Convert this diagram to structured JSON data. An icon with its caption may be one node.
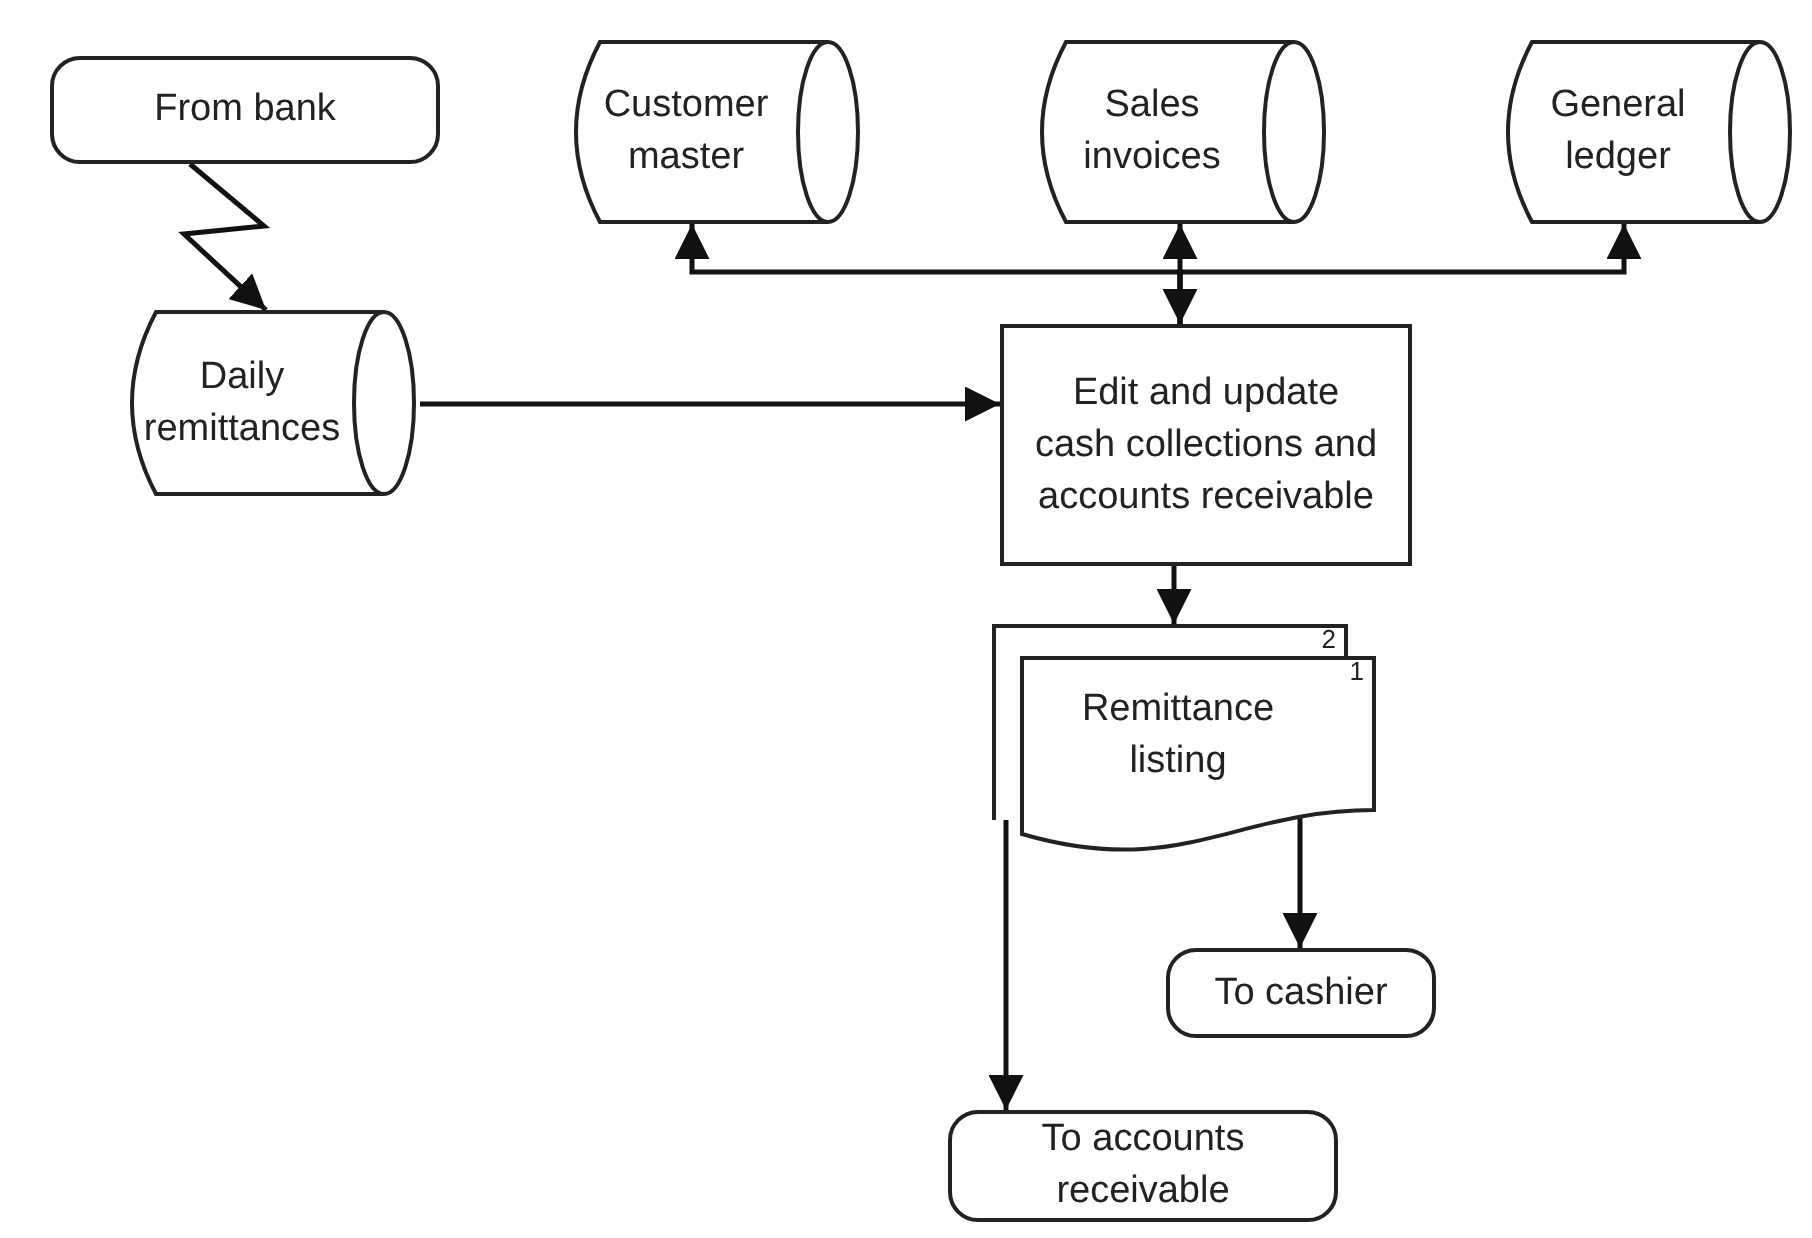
{
  "diagram": {
    "nodes": [
      {
        "text": [
          "From bank"
        ]
      },
      {
        "text": [
          "Customer master"
        ]
      },
      {
        "text": [
          "Sales invoices"
        ]
      },
      {
        "text": [
          "General ledger"
        ]
      },
      {
        "text": [
          "Daily remittances"
        ]
      },
      {
        "text": [
          "Edit and update cash collections and accounts receivable"
        ]
      },
      {
        "text": [
          "2"
        ]
      },
      {
        "text": [
          "1",
          "Remittance listing"
        ]
      },
      {
        "text": [
          "To cashier"
        ]
      },
      {
        "text": [
          "To accounts receivable"
        ]
      }
    ],
    "edges": [
      {
        "from": 0,
        "to": 4,
        "arrow": "to"
      },
      {
        "from": 4,
        "to": 5,
        "arrow": "to"
      },
      {
        "from": 5,
        "to": 1,
        "arrow": "to"
      },
      {
        "from": 5,
        "to": 2,
        "arrow": "both"
      },
      {
        "from": 5,
        "to": 3,
        "arrow": "to"
      },
      {
        "from": 5,
        "to": 6,
        "arrow": "to"
      },
      {
        "from": 6,
        "to": 9,
        "arrow": "to"
      },
      {
        "from": 7,
        "to": 8,
        "arrow": "to"
      }
    ]
  }
}
